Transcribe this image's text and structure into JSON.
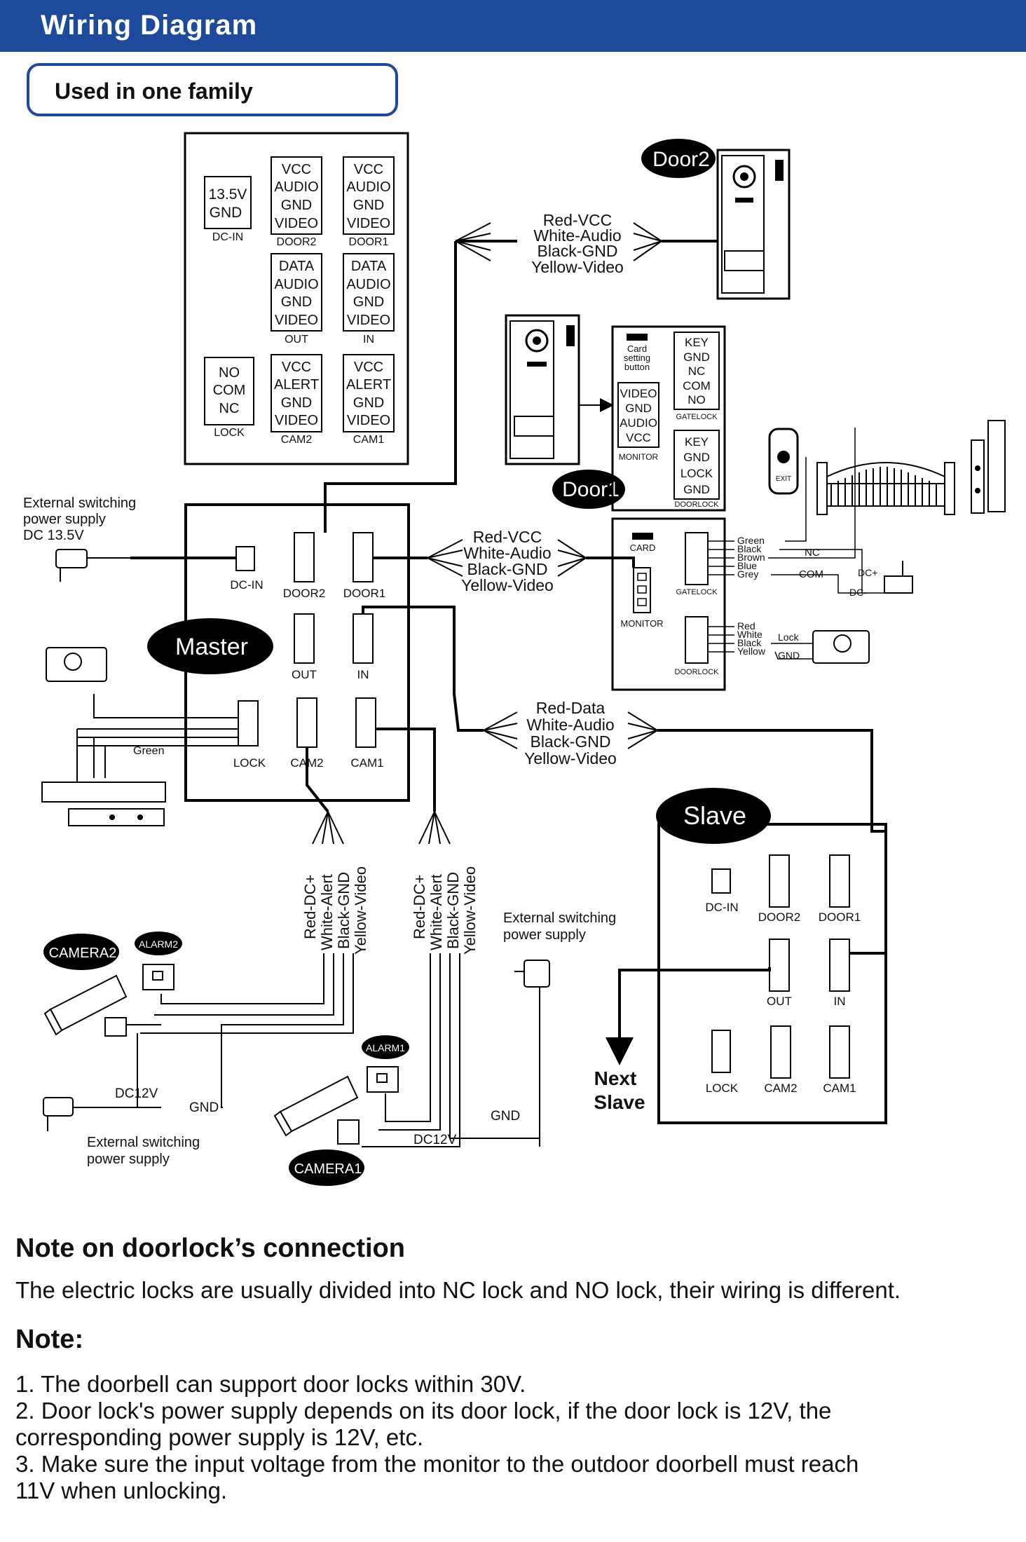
{
  "header": {
    "title": "Wiring Diagram"
  },
  "scenario_label": "Used in one family",
  "legend_box": {
    "dcin": {
      "lines": [
        "13.5V",
        "GND"
      ],
      "caption": "DC-IN"
    },
    "door2": {
      "lines": [
        "VCC",
        "AUDIO",
        "GND",
        "VIDEO"
      ],
      "caption": "DOOR2"
    },
    "door1": {
      "lines": [
        "VCC",
        "AUDIO",
        "GND",
        "VIDEO"
      ],
      "caption": "DOOR1"
    },
    "out": {
      "lines": [
        "DATA",
        "AUDIO",
        "GND",
        "VIDEO"
      ],
      "caption": "OUT"
    },
    "in": {
      "lines": [
        "DATA",
        "AUDIO",
        "GND",
        "VIDEO"
      ],
      "caption": "IN"
    },
    "lock": {
      "lines": [
        "NO",
        "COM",
        "NC"
      ],
      "caption": "LOCK"
    },
    "cam2": {
      "lines": [
        "VCC",
        "ALERT",
        "GND",
        "VIDEO"
      ],
      "caption": "CAM2"
    },
    "cam1": {
      "lines": [
        "VCC",
        "ALERT",
        "GND",
        "VIDEO"
      ],
      "caption": "CAM1"
    }
  },
  "door2_label": "Door2",
  "door1_label": "Door1",
  "wire_sets": {
    "door2": [
      "Red-VCC",
      "White-Audio",
      "Black-GND",
      "Yellow-Video"
    ],
    "door1": [
      "Red-VCC",
      "White-Audio",
      "Black-GND",
      "Yellow-Video"
    ],
    "slave": [
      "Red-Data",
      "White-Audio",
      "Black-GND",
      "Yellow-Video"
    ],
    "cam2": [
      "Red-DC+",
      "White-Alert",
      "Black-GND",
      "Yellow-Video"
    ],
    "cam1": [
      "Red-DC+",
      "White-Alert",
      "Black-GND",
      "Yellow-Video"
    ]
  },
  "door1_panel": {
    "card_button": [
      "Card",
      "setting",
      "button"
    ],
    "monitor_pins": [
      "VIDEO",
      "GND",
      "AUDIO",
      "VCC"
    ],
    "monitor_caption": "MONITOR",
    "gatelock_pins": [
      "KEY",
      "GND",
      "NC",
      "COM",
      "NO"
    ],
    "gatelock_caption": "GATELOCK",
    "doorlock_pins": [
      "KEY",
      "GND",
      "LOCK",
      "GND"
    ],
    "doorlock_caption": "DOORLOCK"
  },
  "door1_unit": {
    "card": "CARD",
    "monitor": "MONITOR",
    "gatelock": "GATELOCK",
    "doorlock": "DOORLOCK",
    "gate_wires": [
      "Green",
      "Black",
      "Brown",
      "Blue",
      "Grey"
    ],
    "door_wires": [
      "Red",
      "White",
      "Black",
      "Yellow"
    ],
    "nc": "NC",
    "com": "COM",
    "dcplus": "DC+",
    "dcminus": "DC-",
    "lock": "Lock",
    "gnd": "GND",
    "exit": "EXIT"
  },
  "external_supply_top": [
    "External switching",
    "power supply",
    "DC 13.5V"
  ],
  "master": {
    "label": "Master",
    "ports": [
      "DC-IN",
      "DOOR2",
      "DOOR1",
      "OUT",
      "IN",
      "LOCK",
      "CAM2",
      "CAM1"
    ],
    "green": "Green"
  },
  "slave": {
    "label": "Slave",
    "ports": [
      "DC-IN",
      "DOOR2",
      "DOOR1",
      "OUT",
      "IN",
      "LOCK",
      "CAM2",
      "CAM1"
    ],
    "next": [
      "Next",
      "Slave"
    ]
  },
  "cameras": {
    "camera2": "CAMERA2",
    "alarm2": "ALARM2",
    "camera1": "CAMERA1",
    "alarm1": "ALARM1",
    "dc12v": "DC12V",
    "gnd": "GND",
    "supply_left": [
      "External switching",
      "power supply"
    ],
    "supply_mid": [
      "External switching",
      "power supply"
    ]
  },
  "notes": {
    "heading1": "Note on doorlock’s connection",
    "text1": "The electric locks are usually divided into NC lock and NO lock, their wiring is different.",
    "heading2": "Note:",
    "items": [
      "1. The doorbell can support door locks within 30V.",
      "2. Door lock's power supply depends on its door lock, if the door lock is 12V, the",
      "corresponding power supply is 12V, etc.",
      "3. Make sure the input voltage from the monitor to the outdoor doorbell must reach",
      "11V when unlocking."
    ]
  }
}
